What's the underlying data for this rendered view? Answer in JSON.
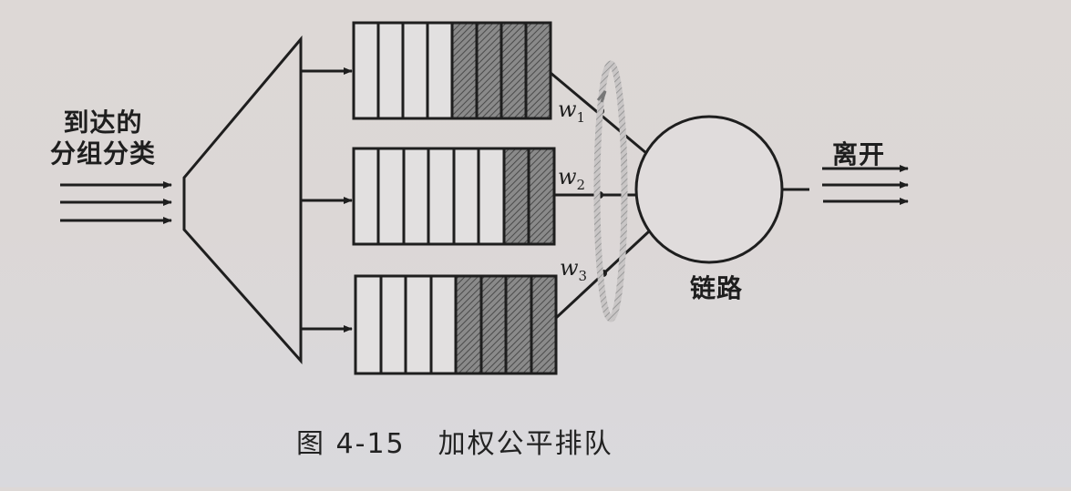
{
  "diagram": {
    "title": "加权公平排队",
    "figure_number": "图 4-15",
    "input_label": [
      "到达的",
      "分组分类"
    ],
    "output_label": "离开",
    "link_label": "链路",
    "classifier": "trapezoid-classifier",
    "queues": [
      {
        "id": "queue-1",
        "weight_label": "w",
        "weight_sub": "1",
        "total_slots": 8,
        "filled_slots": 4
      },
      {
        "id": "queue-2",
        "weight_label": "w",
        "weight_sub": "2",
        "total_slots": 8,
        "filled_slots": 2
      },
      {
        "id": "queue-3",
        "weight_label": "w",
        "weight_sub": "3",
        "total_slots": 8,
        "filled_slots": 4
      }
    ],
    "input_arrows": 3,
    "output_arrows": 3,
    "scheduler": "round-robin-ellipse",
    "colors": {
      "line": "#1e1e1e",
      "filled_slot": "#6a6a6a",
      "empty_slot": "#e4e2e2",
      "background": "#dcd8d7"
    }
  }
}
